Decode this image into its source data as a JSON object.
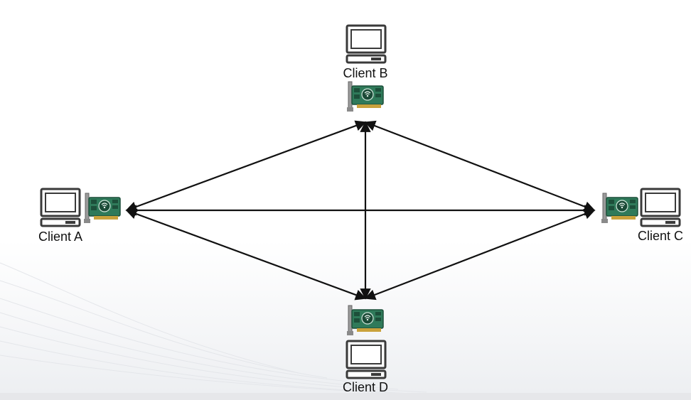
{
  "diagram": {
    "type": "network",
    "nodes": [
      {
        "id": "A",
        "label": "Client A",
        "computer_icon": "computer-icon",
        "nic_icon": "network-card-icon"
      },
      {
        "id": "B",
        "label": "Client B",
        "computer_icon": "computer-icon",
        "nic_icon": "network-card-icon"
      },
      {
        "id": "C",
        "label": "Client C",
        "computer_icon": "computer-icon",
        "nic_icon": "network-card-icon"
      },
      {
        "id": "D",
        "label": "Client D",
        "computer_icon": "computer-icon",
        "nic_icon": "network-card-icon"
      }
    ],
    "edges": [
      {
        "from": "A",
        "to": "B",
        "direction": "both"
      },
      {
        "from": "B",
        "to": "C",
        "direction": "both"
      },
      {
        "from": "C",
        "to": "D",
        "direction": "both"
      },
      {
        "from": "D",
        "to": "A",
        "direction": "both"
      },
      {
        "from": "A",
        "to": "C",
        "direction": "both"
      },
      {
        "from": "B",
        "to": "D",
        "direction": "both"
      }
    ],
    "colors": {
      "edge": "#111111",
      "computer_outline": "#3a3a3a",
      "card_board": "#2f7a5a",
      "card_bracket": "#8c8c8c",
      "card_contacts": "#c9a23c"
    }
  }
}
